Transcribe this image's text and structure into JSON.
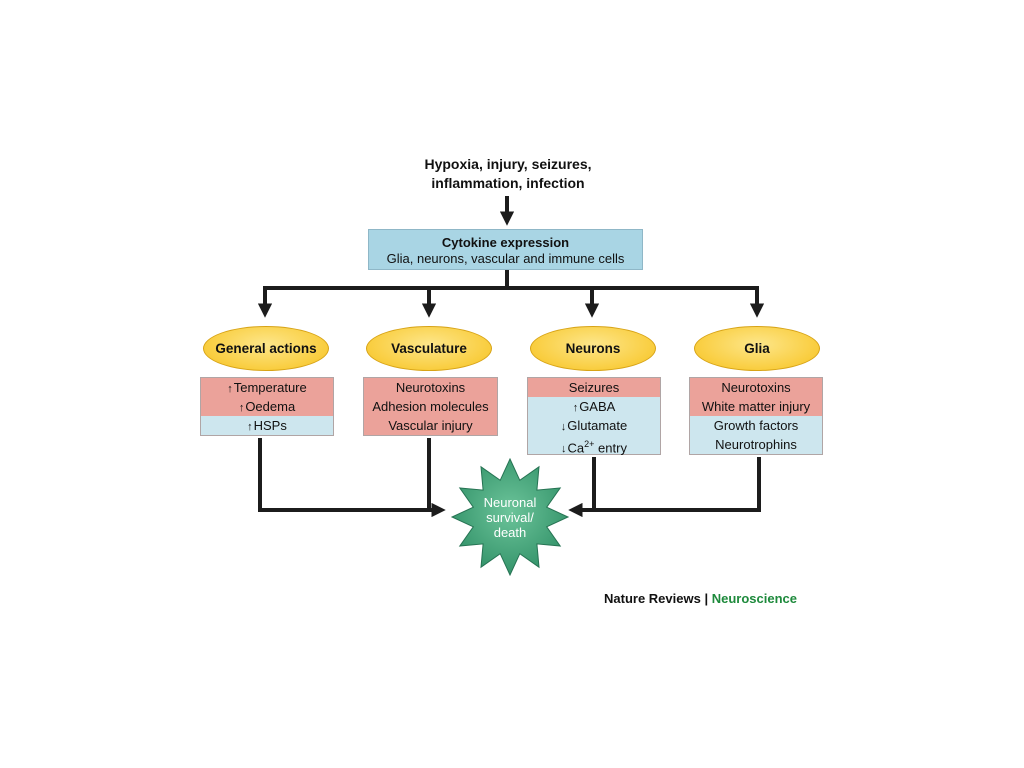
{
  "trigger": {
    "line1": "Hypoxia, injury, seizures,",
    "line2": "inflammation, infection"
  },
  "cytokine": {
    "title": "Cytokine expression",
    "subtitle": "Glia, neurons, vascular and immune cells"
  },
  "branches": [
    {
      "label": "General actions",
      "rows": [
        {
          "arrow": "↑",
          "text": "Temperature",
          "color": "red"
        },
        {
          "arrow": "↑",
          "text": "Oedema",
          "color": "red"
        },
        {
          "arrow": "↑",
          "text": "HSPs",
          "color": "blue"
        }
      ]
    },
    {
      "label": "Vasculature",
      "rows": [
        {
          "text": "Neurotoxins",
          "color": "red"
        },
        {
          "text": "Adhesion molecules",
          "color": "red"
        },
        {
          "text": "Vascular injury",
          "color": "red"
        }
      ]
    },
    {
      "label": "Neurons",
      "rows": [
        {
          "text": "Seizures",
          "color": "red"
        },
        {
          "arrow": "↑",
          "text": "GABA",
          "color": "blue"
        },
        {
          "arrow": "↓",
          "text": "Glutamate",
          "color": "blue"
        },
        {
          "arrow": "↓",
          "text": "Ca",
          "sup": "2+",
          "after": " entry",
          "color": "blue"
        }
      ]
    },
    {
      "label": "Glia",
      "rows": [
        {
          "text": "Neurotoxins",
          "color": "red"
        },
        {
          "text": "White matter injury",
          "color": "red"
        },
        {
          "text": "Growth factors",
          "color": "blue"
        },
        {
          "text": "Neurotrophins",
          "color": "blue"
        }
      ]
    }
  ],
  "outcome": {
    "line1": "Neuronal",
    "line2": "survival/",
    "line3": "death"
  },
  "credit": {
    "journal": "Nature Reviews",
    "separator": " | ",
    "section": "Neuroscience"
  },
  "colors": {
    "cytokine_box": "#a9d5e4",
    "oval": "#f9cd3e",
    "red_row": "#eba29a",
    "blue_row": "#cde6ee",
    "starburst": "#3fa379",
    "credit_section": "#1e8a3c"
  }
}
